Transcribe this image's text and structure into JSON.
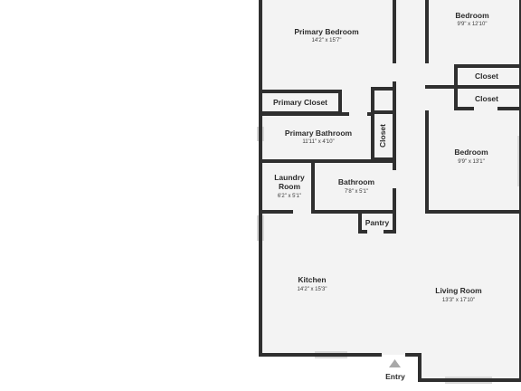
{
  "colors": {
    "floor": "#f3f3f3",
    "wall": "#2f2f2f",
    "window": "#d9d9d9",
    "entry_marker": "#a8a8a8"
  },
  "rooms": {
    "primary_bedroom": {
      "name": "Primary Bedroom",
      "dims": "14'2\" x 15'7\""
    },
    "bedroom_top": {
      "name": "Bedroom",
      "dims": "9'9\" x 12'10\""
    },
    "closet_1": {
      "name": "Closet"
    },
    "closet_2": {
      "name": "Closet"
    },
    "primary_closet": {
      "name": "Primary Closet"
    },
    "primary_bathroom": {
      "name": "Primary Bathroom",
      "dims": "11'11\" x 4'10\""
    },
    "hall_closet": {
      "name": "Closet"
    },
    "bedroom_right": {
      "name": "Bedroom",
      "dims": "9'9\" x 13'1\""
    },
    "laundry_room": {
      "name": "Laundry",
      "name2": "Room",
      "dims": "6'2\" x 5'1\""
    },
    "bathroom": {
      "name": "Bathroom",
      "dims": "7'8\" x 5'1\""
    },
    "pantry": {
      "name": "Pantry"
    },
    "kitchen": {
      "name": "Kitchen",
      "dims": "14'2\" x 15'3\""
    },
    "living_room": {
      "name": "Living Room",
      "dims": "13'3\" x 17'10\""
    }
  },
  "entry_label": "Entry"
}
